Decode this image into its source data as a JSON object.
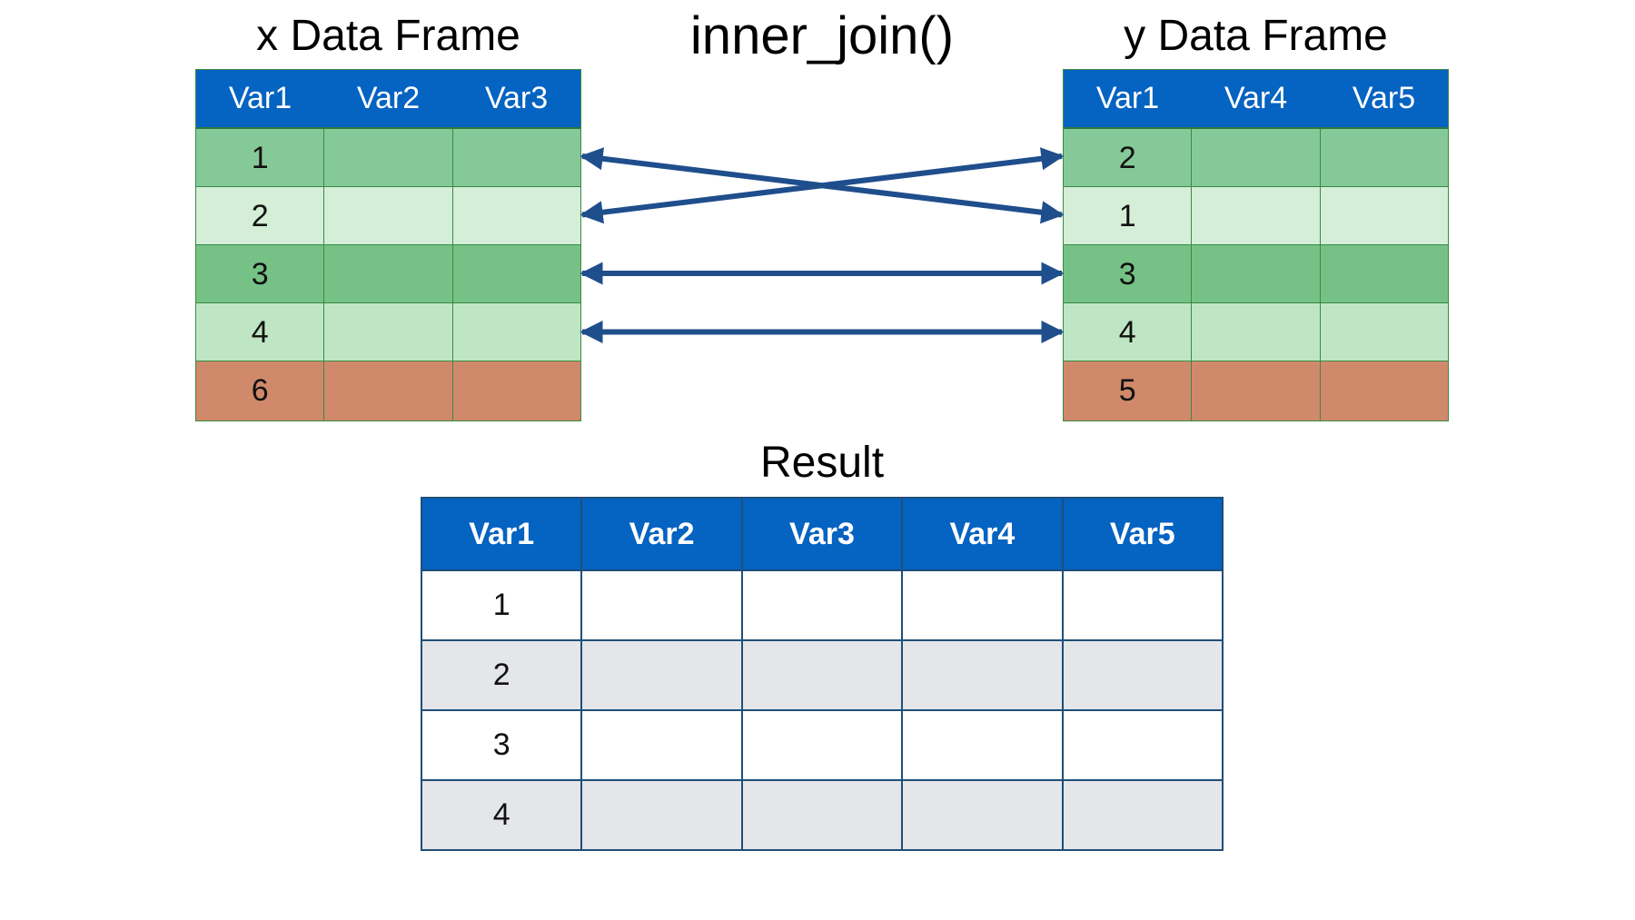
{
  "x_frame": {
    "title": "x Data Frame",
    "columns": [
      "Var1",
      "Var2",
      "Var3"
    ],
    "rows": [
      {
        "key": "1",
        "color": "#86c998"
      },
      {
        "key": "2",
        "color": "#d5eed7"
      },
      {
        "key": "3",
        "color": "#76c286"
      },
      {
        "key": "4",
        "color": "#bfe6c4"
      },
      {
        "key": "6",
        "color": "#d0896b"
      }
    ]
  },
  "y_frame": {
    "title": "y Data Frame",
    "columns": [
      "Var1",
      "Var4",
      "Var5"
    ],
    "rows": [
      {
        "key": "2",
        "color": "#86c998"
      },
      {
        "key": "1",
        "color": "#d5eed7"
      },
      {
        "key": "3",
        "color": "#76c286"
      },
      {
        "key": "4",
        "color": "#bfe6c4"
      },
      {
        "key": "5",
        "color": "#d0896b"
      }
    ]
  },
  "main_title": "inner_join()",
  "result": {
    "title": "Result",
    "columns": [
      "Var1",
      "Var2",
      "Var3",
      "Var4",
      "Var5"
    ],
    "rows": [
      "1",
      "2",
      "3",
      "4"
    ]
  },
  "matches": [
    {
      "x_key": "1",
      "y_key": "1"
    },
    {
      "x_key": "2",
      "y_key": "2"
    },
    {
      "x_key": "3",
      "y_key": "3"
    },
    {
      "x_key": "4",
      "y_key": "4"
    }
  ],
  "colors": {
    "header_blue": "#0563c1",
    "arrow_blue": "#1f4e8c",
    "result_alt_row": "#e4e6e9",
    "result_border": "#1f4e79"
  }
}
